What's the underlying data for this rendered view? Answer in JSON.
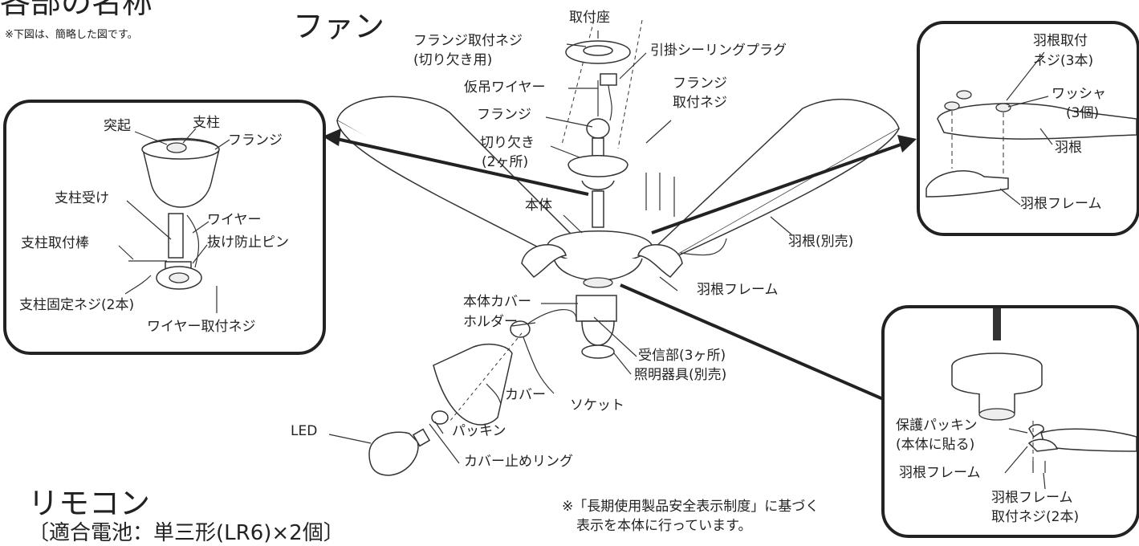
{
  "header": {
    "title": "各部の名称",
    "note": "※下図は、簡略した図です。",
    "fan": "ファン",
    "remote": "リモコン",
    "battery": "〔適合電池：単三形(LR6)×2個〕"
  },
  "center": {
    "mount_seat": "取付座",
    "flange_screw_notch_1": "フランジ取付ネジ",
    "flange_screw_notch_2": "(切り欠き用)",
    "ceiling_plug": "引掛シーリングプラグ",
    "temp_wire": "仮吊ワイヤー",
    "flange": "フランジ",
    "flange_screw_1": "フランジ",
    "flange_screw_2": "取付ネジ",
    "notch_1": "切り欠き",
    "notch_2": "(2ヶ所)",
    "body": "本体",
    "blade_sold": "羽根(別売)",
    "blade_frame": "羽根フレーム",
    "body_cover": "本体カバー",
    "holder": "ホルダー",
    "receiver": "受信部(3ヶ所)",
    "light": "照明器具(別売)",
    "cover": "カバー",
    "socket": "ソケット",
    "led": "LED",
    "packing": "パッキン",
    "cover_ring": "カバー止めリング"
  },
  "left_panel": {
    "protrusion": "突起",
    "pillar": "支柱",
    "flange": "フランジ",
    "pillar_holder": "支柱受け",
    "wire": "ワイヤー",
    "pillar_rod": "支柱取付棒",
    "stop_pin": "抜け防止ピン",
    "pillar_screw": "支柱固定ネジ(2本)",
    "wire_screw": "ワイヤー取付ネジ"
  },
  "right_top_panel": {
    "blade_screw_1": "羽根取付",
    "blade_screw_2": "ネジ(3本)",
    "washer_1": "ワッシャ",
    "washer_2": "(3個)",
    "blade": "羽根",
    "blade_frame": "羽根フレーム"
  },
  "right_bottom_panel": {
    "protect_packing_1": "保護パッキン",
    "protect_packing_2": "(本体に貼る)",
    "blade_frame": "羽根フレーム",
    "frame_screw_1": "羽根フレーム",
    "frame_screw_2": "取付ネジ(2本)"
  },
  "footer": {
    "notice_1": "※「長期使用製品安全表示制度」に基づく",
    "notice_2": "表示を本体に行っています。"
  }
}
